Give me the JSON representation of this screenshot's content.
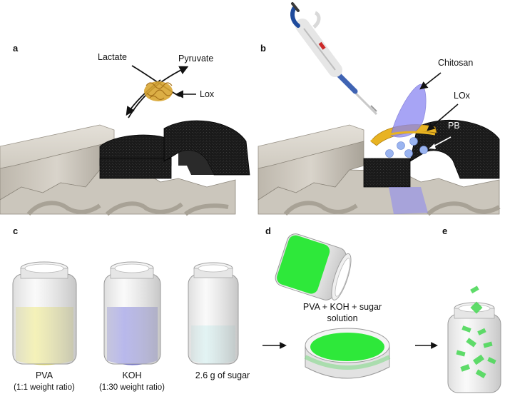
{
  "panels": {
    "a": {
      "letter": "a",
      "labels": {
        "lactate": "Lactate",
        "pyruvate": "Pyruvate",
        "lox": "Lox"
      }
    },
    "b": {
      "letter": "b",
      "labels": {
        "chitosan": "Chitosan",
        "lox": "LOx",
        "pb": "PB"
      }
    },
    "c": {
      "letter": "c",
      "jars": [
        {
          "line1": "PVA",
          "line2": "(1:1 weight ratio)",
          "color": "#f0e84a"
        },
        {
          "line1": "KOH",
          "line2": "(1:30 weight ratio)",
          "color": "#4a4ad8"
        },
        {
          "line1": "2.6 g of sugar",
          "line2": "",
          "color": "#bfeeee"
        }
      ]
    },
    "d": {
      "letter": "d",
      "solution_line1": "PVA + KOH + sugar",
      "solution_line2": "solution",
      "color": "#2ee83a"
    },
    "e": {
      "letter": "e",
      "color": "#4ed85a"
    }
  }
}
